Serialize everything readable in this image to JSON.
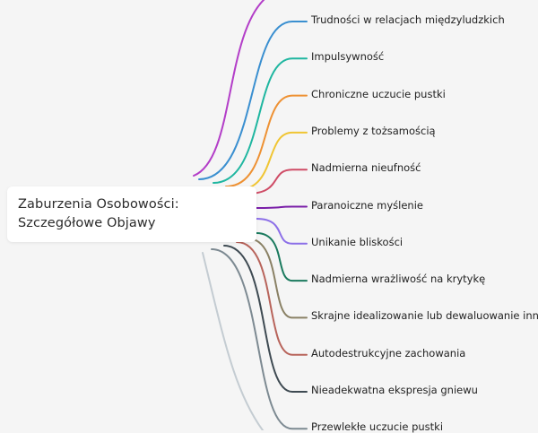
{
  "root": {
    "title": "Zaburzenia Osobowości: Szczegółowe Objawy"
  },
  "branches": [
    {
      "label": "Trudności w relacjach międzyludzkich",
      "color": "#3a8fd0"
    },
    {
      "label": "Impulsywność",
      "color": "#1fb6a0"
    },
    {
      "label": "Chroniczne uczucie pustki",
      "color": "#ee9133"
    },
    {
      "label": "Problemy z tożsamością",
      "color": "#f0c533"
    },
    {
      "label": "Nadmierna nieufność",
      "color": "#cf4c66"
    },
    {
      "label": "Paranoiczne myślenie",
      "color": "#7a1fa8"
    },
    {
      "label": "Unikanie bliskości",
      "color": "#8c6fe8"
    },
    {
      "label": "Nadmierna wrażliwość na krytykę",
      "color": "#1b7a5e"
    },
    {
      "label": "Skrajne idealizowanie lub dewaluowanie innych",
      "color": "#8a8165"
    },
    {
      "label": "Autodestrukcyjne zachowania",
      "color": "#b8645b"
    },
    {
      "label": "Nieadekwatna ekspresja gniewu",
      "color": "#3e4a52"
    },
    {
      "label": "Przewlekłe uczucie pustki",
      "color": "#7d8a92"
    }
  ],
  "offscreen_branches": [
    {
      "color": "#b33ec8",
      "direction": "up"
    },
    {
      "color": "#c4ccd2",
      "direction": "down"
    }
  ]
}
